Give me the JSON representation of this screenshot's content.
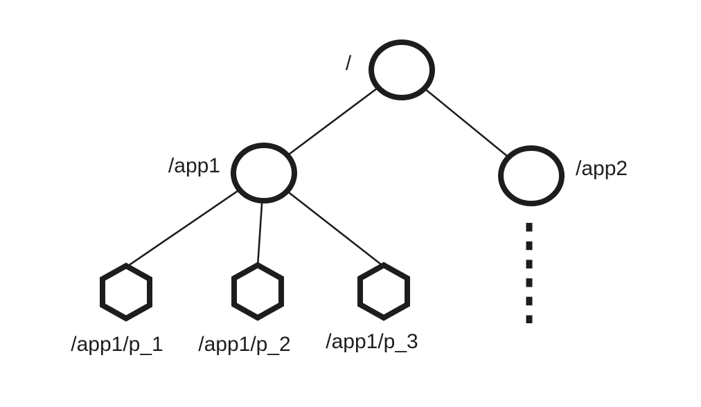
{
  "diagram": {
    "type": "tree",
    "colors": {
      "ink": "#1d1d1b",
      "node_fill": "#ffffff",
      "background": "#ffffff"
    },
    "nodes": {
      "root": {
        "label": "/",
        "shape": "circle"
      },
      "app1": {
        "label": "/app1",
        "shape": "circle"
      },
      "app2": {
        "label": "/app2",
        "shape": "circle"
      },
      "p1": {
        "label": "/app1/p_1",
        "shape": "hexagon"
      },
      "p2": {
        "label": "/app1/p_2",
        "shape": "hexagon"
      },
      "p3": {
        "label": "/app1/p_3",
        "shape": "hexagon"
      }
    },
    "edges": [
      {
        "from": "root",
        "to": "app1",
        "style": "solid"
      },
      {
        "from": "root",
        "to": "app2",
        "style": "solid"
      },
      {
        "from": "app1",
        "to": "p1",
        "style": "solid"
      },
      {
        "from": "app1",
        "to": "p2",
        "style": "solid"
      },
      {
        "from": "app1",
        "to": "p3",
        "style": "solid"
      },
      {
        "from": "app2",
        "to": null,
        "style": "dashed-continuation"
      }
    ]
  }
}
